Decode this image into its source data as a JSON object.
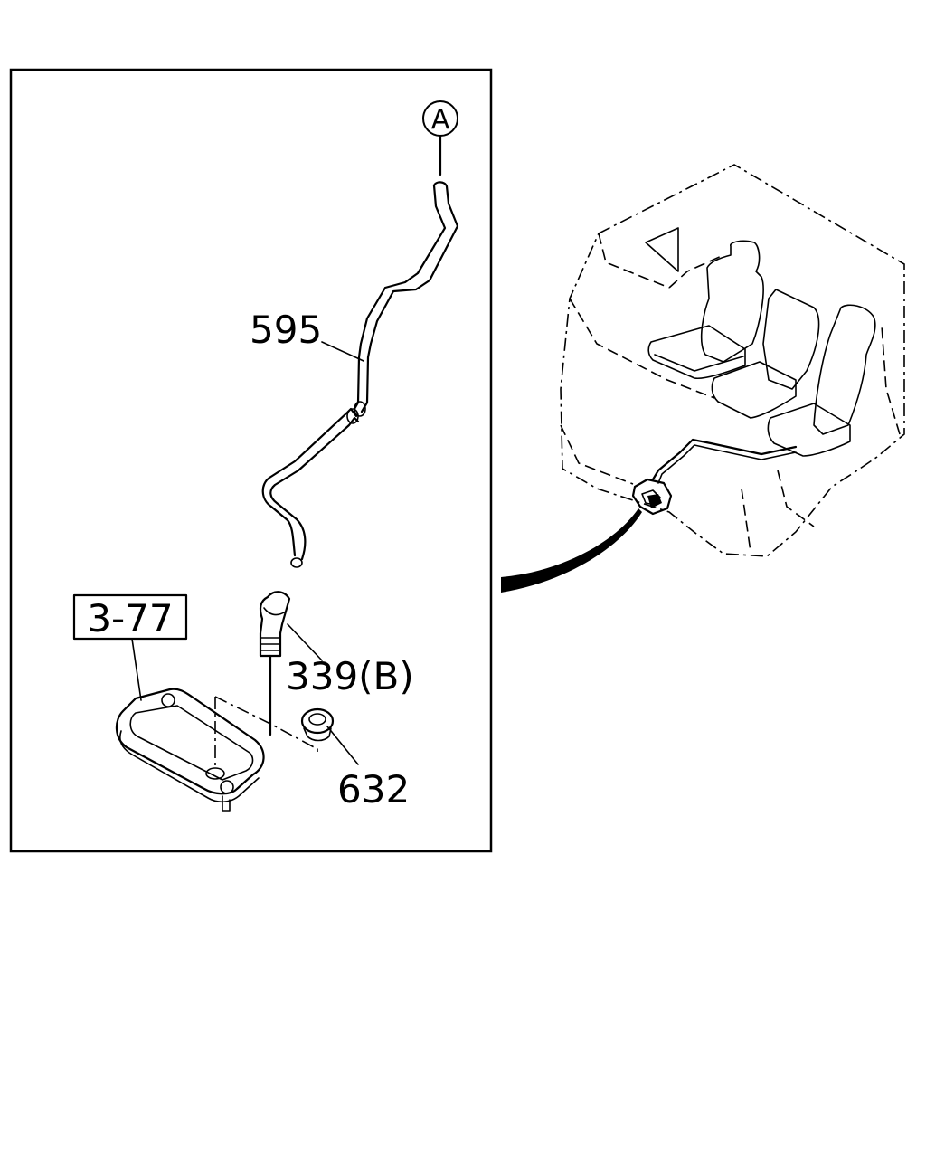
{
  "diagram": {
    "callouts": {
      "ref_a": "A",
      "part_595": "595",
      "ref_3_77": "3-77",
      "part_339b": "339(B)",
      "part_632": "632"
    }
  }
}
